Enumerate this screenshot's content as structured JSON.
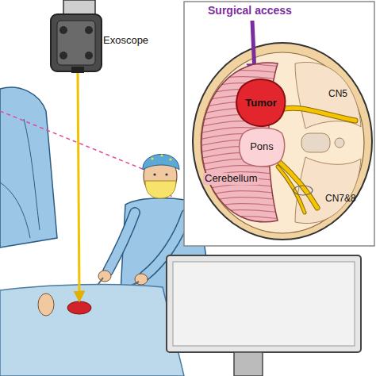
{
  "diagram": {
    "nodes": [
      {
        "text": [
          "Tumor"
        ]
      },
      {
        "text": [
          "Pons"
        ]
      },
      {
        "text": [
          "Cerebellum"
        ]
      }
    ],
    "labels": [
      "Exoscope",
      "Surgical access",
      "CN5",
      "CN7&8"
    ]
  }
}
